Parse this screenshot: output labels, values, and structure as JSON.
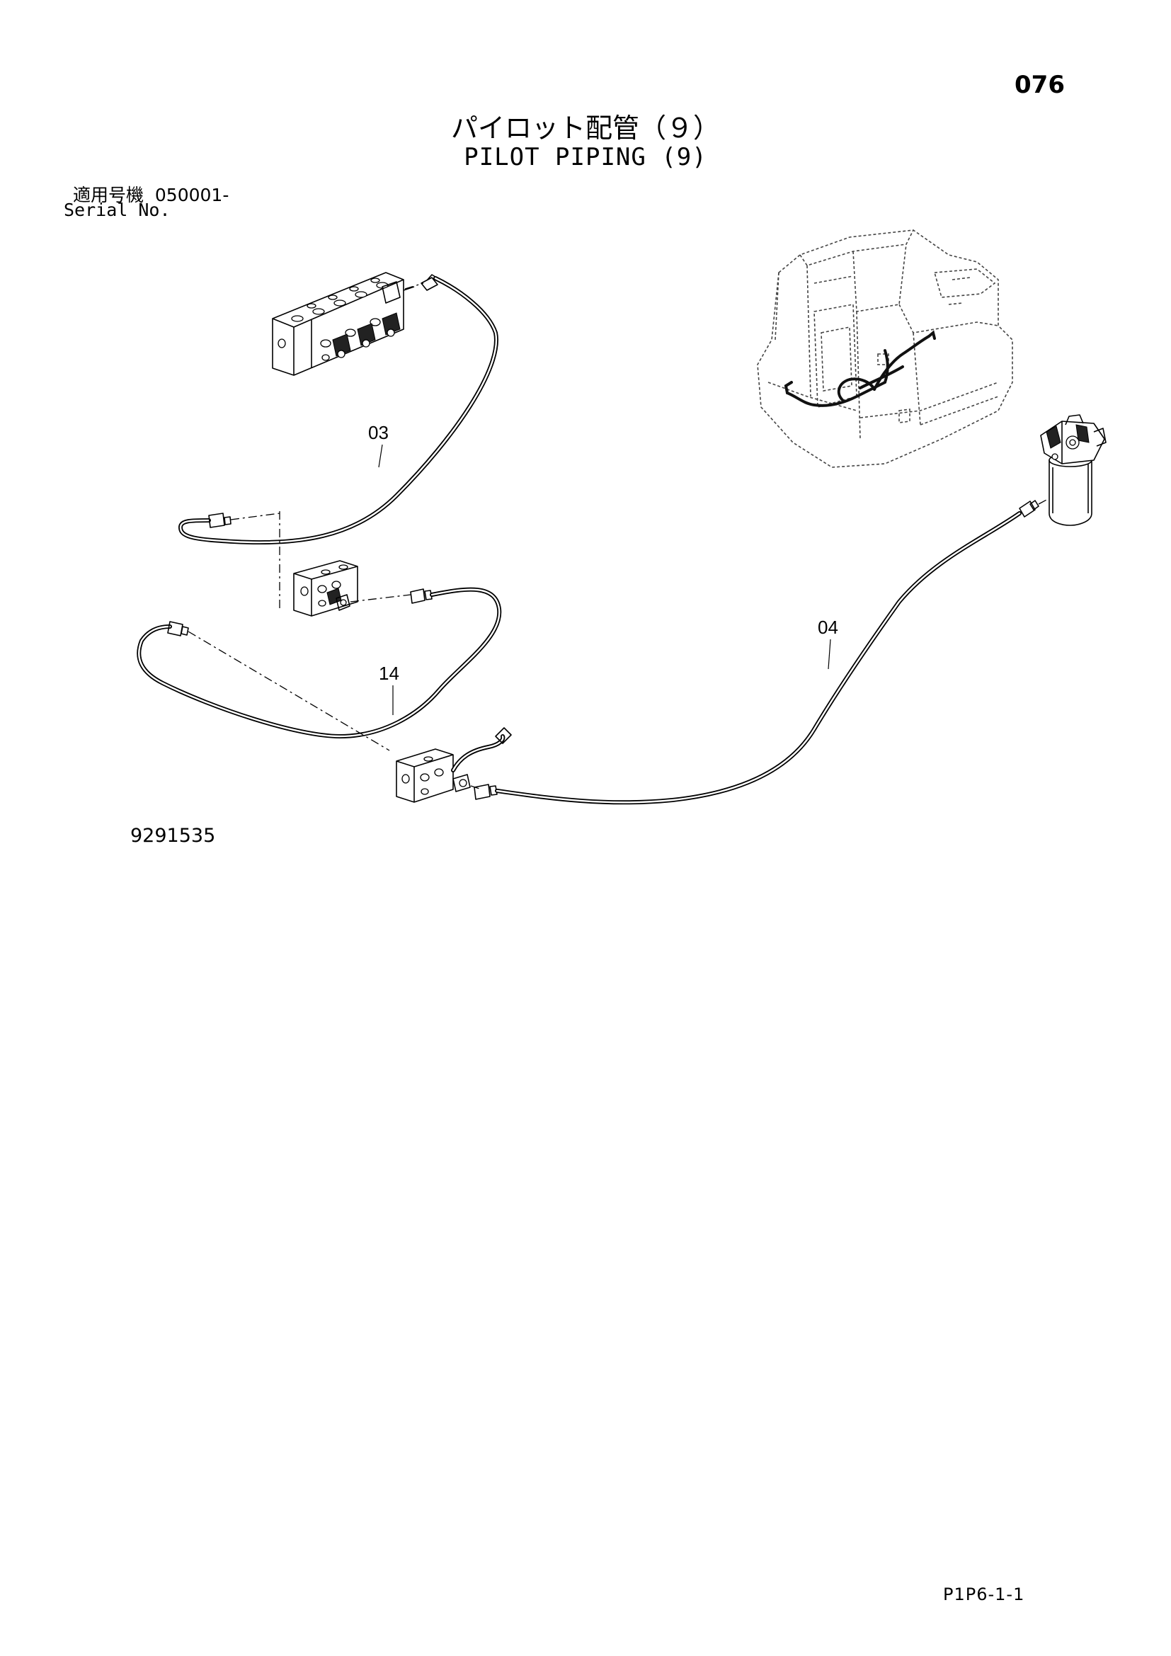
{
  "page": {
    "page_number": "076",
    "title_jp": "パイロット配管（９）",
    "title_en": "PILOT PIPING (9)",
    "serial_label_jp": "適用号機  050001-",
    "serial_label_en": "Serial No.",
    "drawing_number": "9291535",
    "sheet_code": "P1P6-1-1"
  },
  "diagram": {
    "part_labels": [
      {
        "id": "03",
        "text": "03"
      },
      {
        "id": "14",
        "text": "14"
      },
      {
        "id": "04",
        "text": "04"
      }
    ]
  },
  "colors": {
    "line": "#000000",
    "background": "#ffffff"
  }
}
